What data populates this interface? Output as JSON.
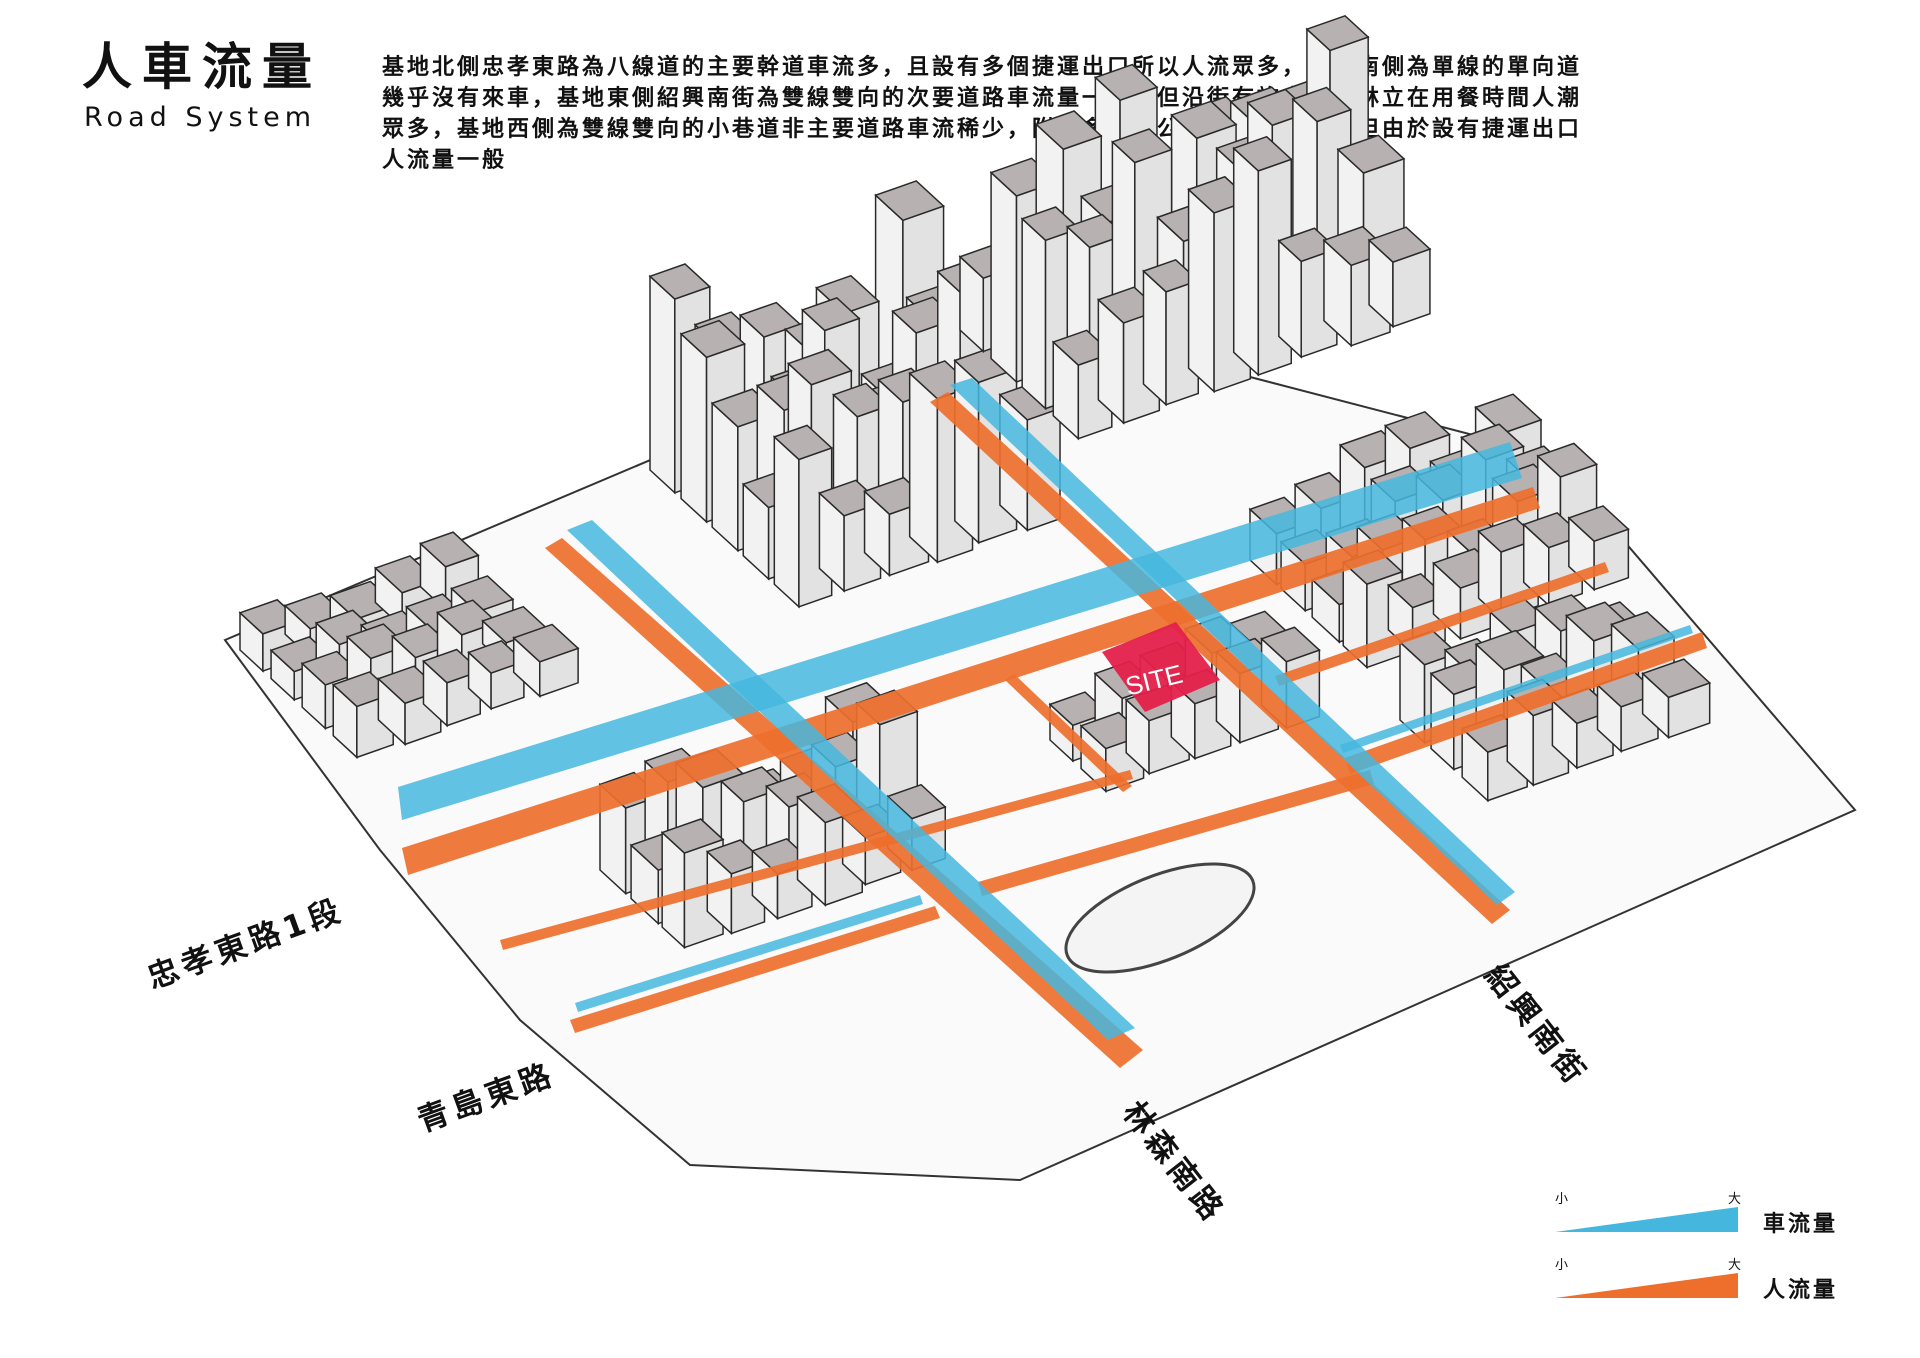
{
  "title": "人車流量",
  "subtitle": "Road System",
  "description": [
    "基地北側忠孝東路為八線道的主要幹道車流多，且設有多個捷運出口所以人流眾多，基地南側為單線的單向道",
    "幾乎沒有來車，基地東側紹興南街為雙線雙向的次要道路車流量一般，但沿街有許多餐廳林立在用餐時間人潮",
    "眾多，基地西側為雙線雙向的小巷道非主要道路車流稀少，附近多為辦公大樓和住宅區，但由於設有捷運出口",
    "人流量一般"
  ],
  "site_label": "SITE",
  "roads": {
    "zhongxiao": "忠孝東路1段",
    "qingdao": "青島東路",
    "linsen": "林森南路",
    "shaoxing": "紹興南街"
  },
  "legend": {
    "car": {
      "small": "小",
      "big": "大",
      "label": "車流量",
      "color": "#45B7DE"
    },
    "people": {
      "small": "小",
      "big": "大",
      "label": "人流量",
      "color": "#EE6F2C"
    }
  },
  "colors": {
    "building_top": "#B7B2B1",
    "building_side": "#F2F2F2",
    "site": "#E4204A"
  }
}
